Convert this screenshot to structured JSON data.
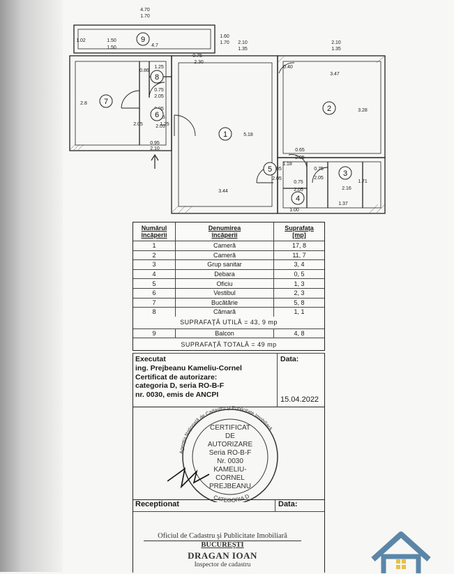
{
  "plan": {
    "dims": [
      "4.70",
      "1.70",
      "1.02",
      "1.50",
      "1.50",
      "4.7",
      "1.60",
      "1.70",
      "2.10",
      "1.35",
      "2.10",
      "1.35",
      "0.75",
      "2.30",
      "1.25",
      "0.86",
      "0.40",
      "3.47",
      "2.8",
      "0.75",
      "0.95",
      "2.05",
      "0.95",
      "2.05",
      "2.05",
      "1.25",
      "5.18",
      "3.28",
      "0.65",
      "2.05",
      "0.85",
      "1.18",
      "2.05",
      "0.75",
      "2.05",
      "1.71",
      "2.16",
      "0.75",
      "2.05",
      "0.95",
      "2.10",
      "3.44",
      "1.00",
      "1.37"
    ],
    "rooms": [
      "1",
      "2",
      "3",
      "4",
      "5",
      "6",
      "7",
      "8",
      "9"
    ]
  },
  "table": {
    "header": {
      "c1": [
        "Numărul",
        "încăperii"
      ],
      "c2": [
        "Denumirea",
        "încăperii"
      ],
      "c3": [
        "Suprafaţa",
        "[mp]"
      ]
    },
    "rows": [
      {
        "n": "1",
        "name": "Cameră",
        "area": "17, 8"
      },
      {
        "n": "2",
        "name": "Cameră",
        "area": "11, 7"
      },
      {
        "n": "3",
        "name": "Grup sanitar",
        "area": "3, 4"
      },
      {
        "n": "4",
        "name": "Debara",
        "area": "0, 5"
      },
      {
        "n": "5",
        "name": "Oficiu",
        "area": "1, 3"
      },
      {
        "n": "6",
        "name": "Vestibul",
        "area": "2, 3"
      },
      {
        "n": "7",
        "name": "Bucătărie",
        "area": "5, 8"
      },
      {
        "n": "8",
        "name": "Cămară",
        "area": "1, 1"
      }
    ],
    "util_total": "SUPRAFAŢĂ UTILĂ = 43, 9 mp",
    "row9": {
      "n": "9",
      "name": "Balcon",
      "area": "4, 8"
    },
    "grand_total": "SUPRAFAŢĂ TOTALĂ = 49 mp"
  },
  "executat": {
    "title": "Executat",
    "lines": [
      "ing. Prejbeanu Kameliu-Cornel",
      "Certificat de autorizare:",
      "categoria D, seria RO-B-F",
      "nr. 0030, emis de ANCPI"
    ],
    "data_label": "Data:",
    "date": "15.04.2022"
  },
  "stamp": {
    "lines": [
      "CERTIFICAT",
      "DE",
      "AUTORIZARE",
      "Seria RO-B-F",
      "Nr. 0030",
      "KAMELIU-",
      "CORNEL",
      "PREJBEANU"
    ],
    "ring_top": "Agenţia Naţională de Cadastru şi Publicitate Imobiliară",
    "ring_bottom": "CATEGORIA D"
  },
  "receptionat": {
    "title": "Receptionat",
    "data_label": "Data:",
    "stamp_lines": [
      "Oficiul de Cadastru şi Publicitate Imobiliară",
      "BUCUREŞTI",
      "DRAGAN IOAN",
      "Inspector de cadastru"
    ]
  },
  "colors": {
    "ink": "#1a1a1a",
    "logo_blue": "#5b86a8",
    "logo_yellow": "#e6c24a"
  }
}
